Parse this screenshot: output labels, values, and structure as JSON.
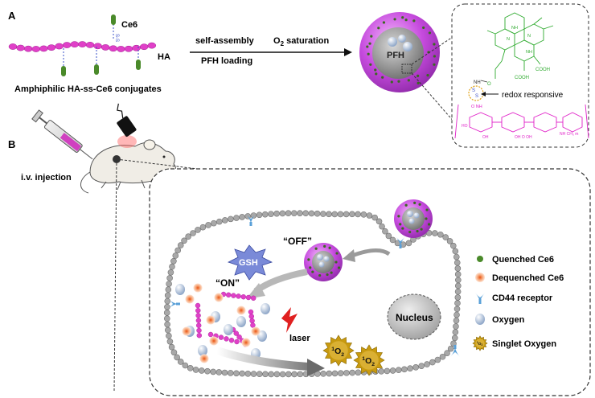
{
  "panel_a": {
    "label": "A",
    "ce6_label": "Ce6",
    "ha_label": "HA",
    "ss_label": "S-S",
    "conjugate_caption": "Amphiphilic HA-ss-Ce6 conjugates",
    "step1_top": "self-assembly",
    "step1_bottom": "PFH loading",
    "step2_prefix": "O",
    "step2_sub": "2",
    "step2_suffix": " saturation",
    "core_label": "PFH",
    "redox_label": "redox responsive",
    "cooh_1": "COOH",
    "cooh_2": "COOH",
    "nh_1": "NH",
    "nh_2": "NH",
    "n_1": "N",
    "n_2": "N",
    "s_label": "S",
    "s_label_2": "S",
    "nh_link": "NH",
    "o_link": "O"
  },
  "panel_b": {
    "label": "B",
    "injection_label": "i.v. injection",
    "off_label": "“OFF”",
    "on_label": "“ON”",
    "gsh_label": "GSH",
    "laser_label": "laser",
    "nucleus_label": "Nucleus",
    "singlet_o": "O",
    "singlet_sup": "1",
    "singlet_sub": "2"
  },
  "legend": {
    "items": [
      {
        "label": "Quenched Ce6",
        "icon": "quenched-ce6-icon"
      },
      {
        "label": "Dequenched Ce6",
        "icon": "dequenched-ce6-icon"
      },
      {
        "label": "CD44 receptor",
        "icon": "cd44-receptor-icon"
      },
      {
        "label": "Oxygen",
        "icon": "oxygen-icon"
      },
      {
        "label": "Singlet Oxygen",
        "icon": "singlet-oxygen-icon"
      }
    ]
  },
  "colors": {
    "ha_chain": "#e040c8",
    "ce6": "#4a8a2a",
    "ss_bond": "#3a50c8",
    "nanoparticle": "#c040d8",
    "porphyrin": "#2eaa2e",
    "ha_structure": "#e020c8",
    "membrane": "#9a9a9a",
    "singlet_oxygen": "#c89a10",
    "gsh": "#5a70c8",
    "laser": "#e02020"
  }
}
